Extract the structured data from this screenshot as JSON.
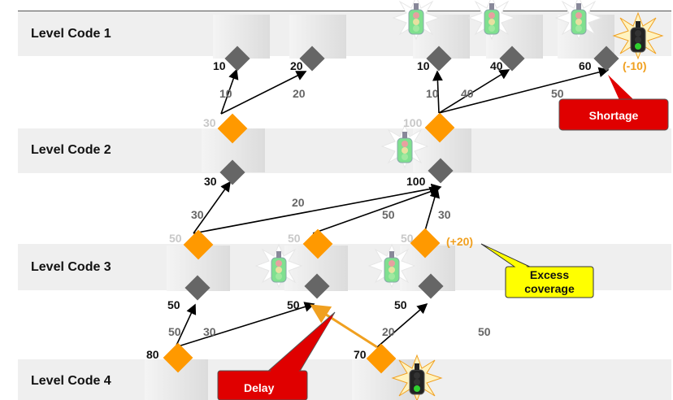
{
  "levels": [
    {
      "label": "Level Code 1"
    },
    {
      "label": "Level Code 2"
    },
    {
      "label": "Level Code 3"
    },
    {
      "label": "Level Code 4"
    }
  ],
  "node_values": {
    "l1_a": "10",
    "l1_b": "20",
    "l1_c": "10",
    "l1_d": "40",
    "l1_e": "60",
    "l1_e_short": "(-10)",
    "l2_top_a": "30",
    "l2_top_b": "100",
    "l2_a": "30",
    "l2_b": "100",
    "l3_top_a": "50",
    "l3_top_b": "50",
    "l3_top_c": "50",
    "l3_top_c_excess": "(+20)",
    "l3_a": "50",
    "l3_b": "50",
    "l3_c": "50",
    "l4_a": "80",
    "l4_b": "70"
  },
  "edge_labels": {
    "e1": "10",
    "e2": "20",
    "e3": "10",
    "e4": "40",
    "e5": "50",
    "e6": "30",
    "e7": "20",
    "e8": "50",
    "e9": "30",
    "e10": "50",
    "e11": "30",
    "e12": "20",
    "e13": "50"
  },
  "callouts": {
    "shortage": "Shortage",
    "excess_line1": "Excess",
    "excess_line2": "coverage",
    "delay": "Delay"
  },
  "colors": {
    "band": "#efefef",
    "orange": "#ff9900",
    "dark_diamond": "#666666",
    "callout_red": "#e00000",
    "callout_yellow": "#ffff00",
    "number_orange": "#f0a020",
    "label_gray": "#666666",
    "label_gray_light": "#aaaaaa"
  },
  "icons": [
    "traffic-light-icon"
  ]
}
